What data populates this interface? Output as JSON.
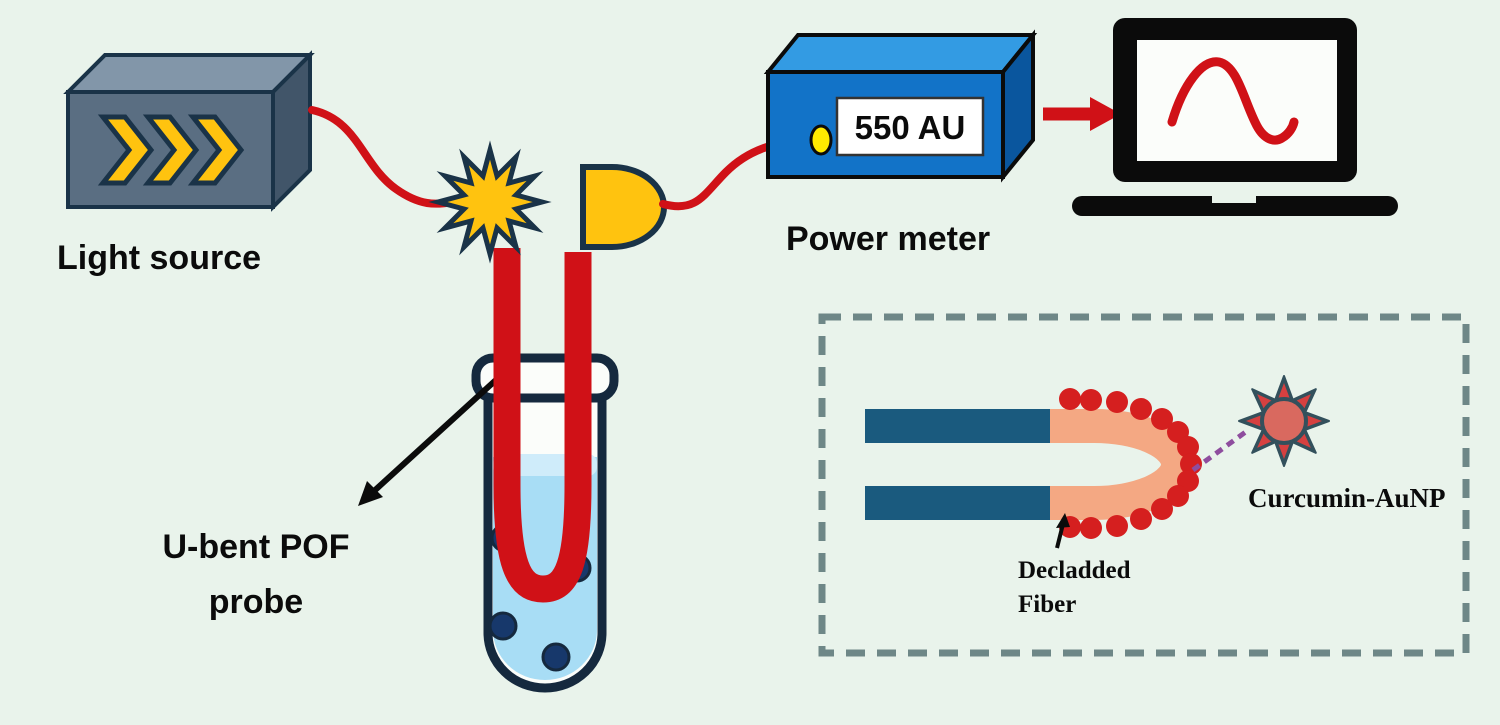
{
  "diagram": {
    "kind": "optical-fiber-biosensor-schematic",
    "labels": {
      "light_source": "Light source",
      "power_meter": "Power meter",
      "meter_reading": "550 AU",
      "probe_line1": "U-bent POF",
      "probe_line2": "probe",
      "decladded_line1": "Decladded",
      "decladded_line2": "Fiber",
      "nanoparticle": "Curcumin-AuNP"
    },
    "icons": {
      "light_source_face": "chevron-triple-right-icon",
      "fiber_splice": "spark-burst-icon",
      "detector": "half-disc-icon",
      "computer": "laptop-icon",
      "computer_trace": "sine-wave-icon",
      "nanoparticle": "sun-burst-icon"
    },
    "colors": {
      "background": "#E9F3EB",
      "cable_red": "#D01117",
      "gold": "#FFC30F",
      "source_front": "#5A6E82",
      "source_top": "#8296A9",
      "source_side": "#415569",
      "outline_navy": "#1A3348",
      "meter_front": "#1273C8",
      "meter_top": "#339BE3",
      "meter_side": "#0A569E",
      "display_bg": "#FFFFFF",
      "port_yellow": "#FFEB00",
      "ink_black": "#0B0B0B",
      "tube_navy": "#15293E",
      "liquid_blue": "#A8DDF5",
      "liquid_surface": "#CFECFA",
      "sample_dot_navy": "#17386B",
      "inset_border_gray": "#6E8787",
      "cladding_teal": "#1A5A7E",
      "decladded_salmon": "#F4A883",
      "aunp_dot_red": "#D51F1F",
      "linker_purple": "#8E4D9E",
      "aunp_spike": "#33505C",
      "aunp_triangle": "#D64040",
      "aunp_core": "#D9695F"
    }
  }
}
